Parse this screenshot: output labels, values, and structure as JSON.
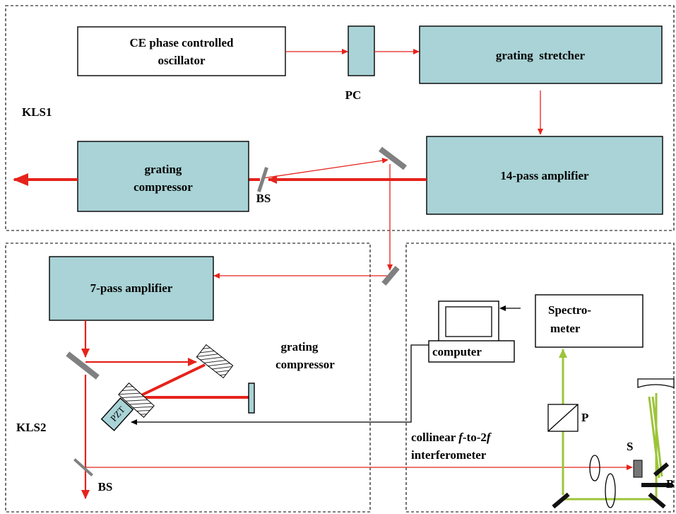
{
  "labels": {
    "oscillator_line1": "CE phase controlled",
    "oscillator_line2": "oscillator",
    "pc": "PC",
    "stretcher": "grating  stretcher",
    "kls1": "KLS1",
    "compressor1_line1": "grating",
    "compressor1_line2": "compressor",
    "amp14": "14-pass amplifier",
    "bs1": "BS",
    "amp7": "7-pass amplifier",
    "compressor2_line1": "grating",
    "compressor2_line2": "compressor",
    "kls2": "KLS2",
    "pzt": "PZT",
    "bs2": "BS",
    "computer": "computer",
    "spectrometer_line1": "Spectro-",
    "spectrometer_line2": "meter",
    "polarizer": "P",
    "interferometer_line1_a": "collinear ",
    "interferometer_line1_f": "f",
    "interferometer_line1_b": "-to-2",
    "interferometer_line1_f2": "f",
    "interferometer_line2": "interferometer",
    "s": "S",
    "b": "B"
  },
  "colors": {
    "beam_red": "#e5231b",
    "beam_green": "#9cc43a",
    "box_fill": "#a9d3d6",
    "mirror_gray": "#808080"
  }
}
